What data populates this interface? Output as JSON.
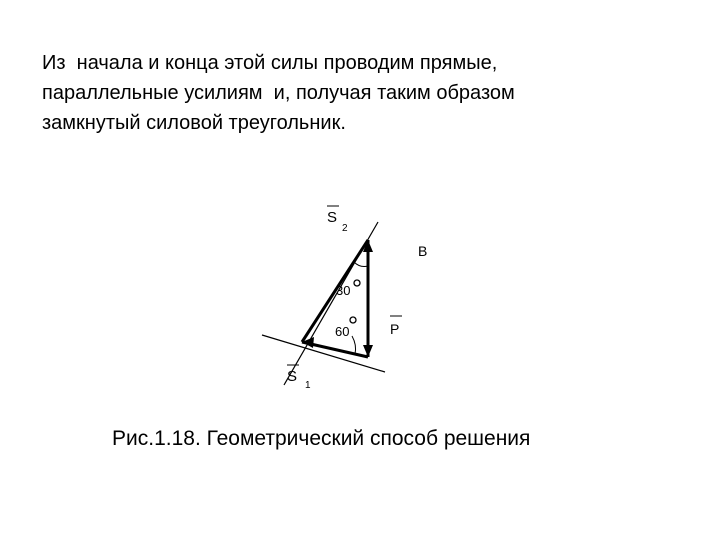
{
  "slide": {
    "paragraph_lines": [
      "Из  начала и конца этой силы проводим прямые,",
      "параллельные усилиям  и, получая таким образом",
      "замкнутый силовой треугольник."
    ],
    "caption": "Рис.1.18. Геометрический способ решения"
  },
  "figure": {
    "labels": {
      "s2": "S",
      "s2_sub": "2",
      "b": "B",
      "angle_30": "30",
      "angle_60": "60",
      "p": "P",
      "s1": "S",
      "s1_sub": "1"
    }
  }
}
